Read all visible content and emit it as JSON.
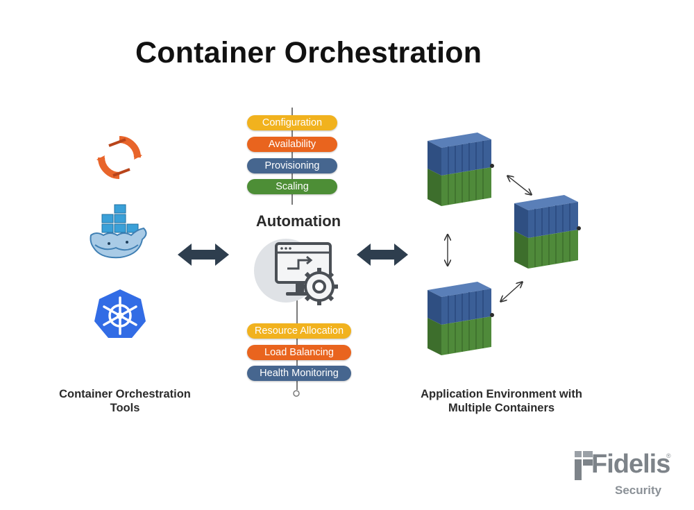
{
  "title": "Container Orchestration",
  "top_tags": [
    {
      "label": "Configuration",
      "color": "#f1b21e"
    },
    {
      "label": "Availability",
      "color": "#e9641e"
    },
    {
      "label": "Provisioning",
      "color": "#46668f"
    },
    {
      "label": "Scaling",
      "color": "#4d8e36"
    }
  ],
  "bottom_tags": [
    {
      "label": "Resource Allocation",
      "color": "#f1b21e"
    },
    {
      "label": "Load Balancing",
      "color": "#e9641e"
    },
    {
      "label": "Health Monitoring",
      "color": "#46668f"
    }
  ],
  "center_label": "Automation",
  "left_caption_line1": "Container Orchestration",
  "left_caption_line2": "Tools",
  "right_caption_line1": "Application Environment with",
  "right_caption_line2": "Multiple Containers",
  "logo": {
    "name": "Fidelis",
    "sub": "Security",
    "reg": "®"
  },
  "icons": [
    "openshift-icon",
    "docker-icon",
    "kubernetes-icon",
    "automation-monitor-gear-icon",
    "container-stack-icon"
  ],
  "colors": {
    "arrow": "#2e3e4e",
    "container_blue": "#3b5f97",
    "container_green": "#4f8a3a",
    "kubernetes": "#326ce5",
    "docker": "#3aa0d8",
    "openshift": "#e8652b"
  }
}
